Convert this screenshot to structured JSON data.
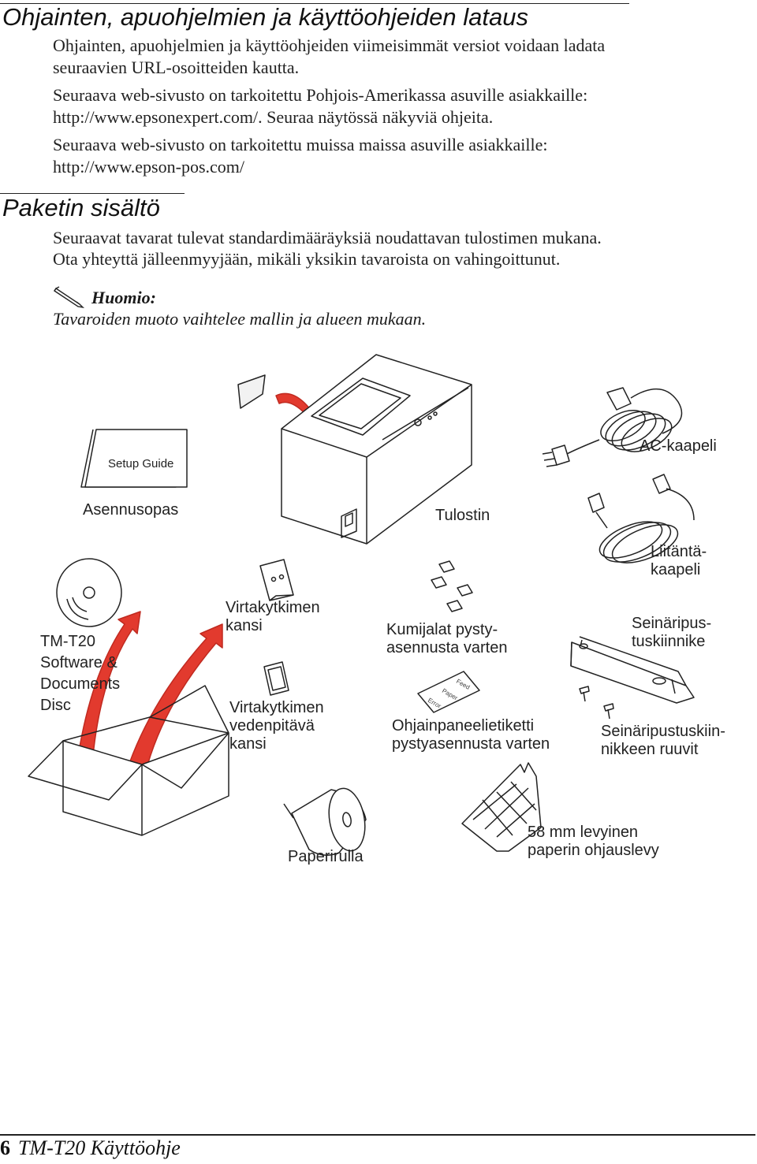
{
  "section1": {
    "title": "Ohjainten, apuohjelmien ja käyttöohjeiden lataus",
    "lines": [
      "Ohjainten, apuohjelmien ja käyttöohjeiden viimeisimmät versiot voidaan ladata",
      "seuraavien URL-osoitteiden kautta.",
      "Seuraava web-sivusto on tarkoitettu Pohjois-Amerikassa asuville asiakkaille:",
      "http://www.epsonexpert.com/. Seuraa näytössä näkyviä ohjeita.",
      "Seuraava web-sivusto on tarkoitettu muissa maissa asuville asiakkaille:",
      "http://www.epson-pos.com/"
    ]
  },
  "section2": {
    "title": "Paketin sisältö",
    "lines": [
      "Seuraavat tavarat tulevat standardimääräyksiä noudattavan tulostimen mukana.",
      "Ota yhteyttä jälleenmyyjään, mikäli yksikin tavaroista on vahingoittunut."
    ],
    "note_title": "Huomio:",
    "note_text": "Tavaroiden muoto vaihtelee mallin ja alueen mukaan."
  },
  "illustration": {
    "setup_guide_cover": "Setup Guide",
    "panel_feed": "Feed",
    "panel_paper": "Paper",
    "panel_error": "Error",
    "labels": {
      "asennusopas": "Asennusopas",
      "tulostin": "Tulostin",
      "ac_kaapeli": "AC-kaapeli",
      "liitanta": [
        "Liitäntä-",
        "kaapeli"
      ],
      "disc": [
        "TM-T20",
        "Software &",
        "Documents",
        "Disc"
      ],
      "virtakytkimen_kansi": [
        "Virtakytkimen",
        "kansi"
      ],
      "kumijalat": [
        "Kumijalat pysty-",
        "asennusta varten"
      ],
      "seinaripus": [
        "Seinäripus-",
        "tuskiinnike"
      ],
      "vedenpitava": [
        "Virtakytkimen",
        "vedenpitävä",
        "kansi"
      ],
      "ohjainpaneeli": [
        "Ohjainpaneelietiketti",
        "pystyasennusta varten"
      ],
      "ruuvit": [
        "Seinäripustuskiin-",
        "nikkeen ruuvit"
      ],
      "paperirulla": "Paperirulla",
      "ohjauslevy": [
        "58 mm levyinen",
        "paperin ohjauslevy"
      ]
    }
  },
  "footer": {
    "page_number": "6",
    "doc_title": "TM-T20 Käyttöohje"
  }
}
